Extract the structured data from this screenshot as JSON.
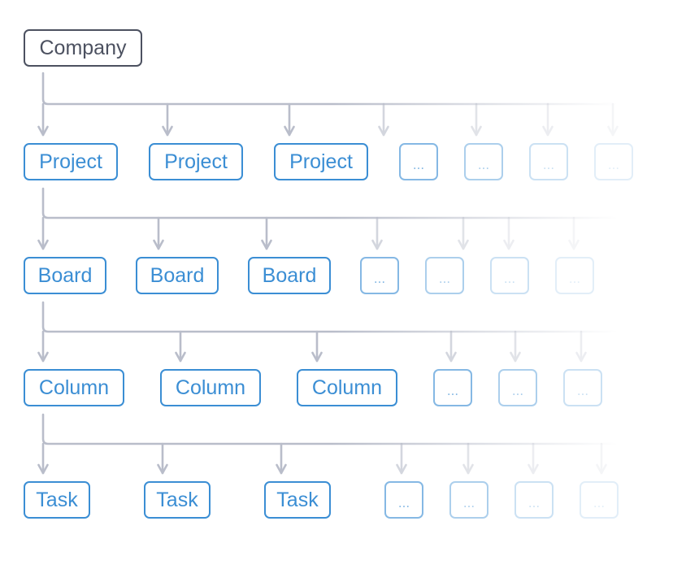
{
  "root": {
    "label": "Company"
  },
  "levels": [
    {
      "key": "project",
      "nodes": [
        "Project",
        "Project",
        "Project",
        "...",
        "...",
        "...",
        "..."
      ]
    },
    {
      "key": "board",
      "nodes": [
        "Board",
        "Board",
        "Board",
        "...",
        "...",
        "...",
        "..."
      ]
    },
    {
      "key": "column",
      "nodes": [
        "Column",
        "Column",
        "Column",
        "...",
        "...",
        "..."
      ]
    },
    {
      "key": "task",
      "nodes": [
        "Task",
        "Task",
        "Task",
        "...",
        "...",
        "...",
        "..."
      ]
    }
  ],
  "colors": {
    "root": "#4c5160",
    "node": "#3b8ed4",
    "connector": "#b9bdca"
  }
}
